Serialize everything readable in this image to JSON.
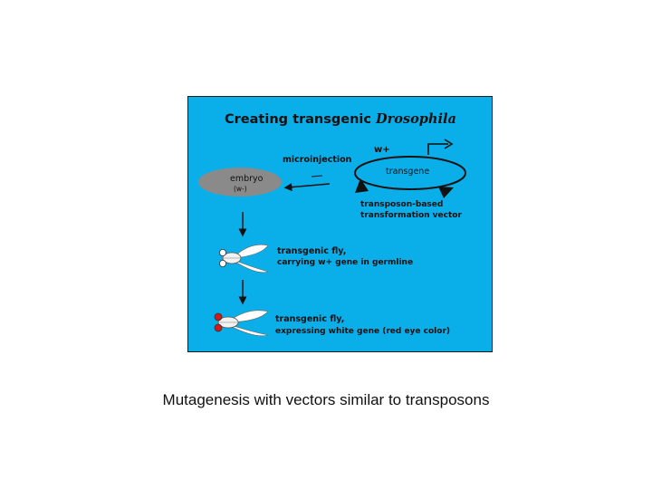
{
  "figure": {
    "title_plain": "Creating transgenic ",
    "title_italic": "Drosophila",
    "microinjection": "microinjection",
    "embryo": "embryo",
    "embryo_genotype": "(w-)",
    "marker": "w+",
    "transgene": "transgene",
    "vector_line1": "transposon-based",
    "vector_line2": "transformation vector",
    "fly1_line1": "transgenic fly,",
    "fly1_line2": "carrying w+ gene in germline",
    "fly2_line1": "transgenic fly,",
    "fly2_line2": "expressing white gene (red eye color)",
    "colors": {
      "background": "#0aaee8",
      "embryo": "#8a8a8a",
      "red_eye": "#d41818",
      "white_eye": "#ffffff"
    }
  },
  "caption": "Mutagenesis with vectors similar to transposons"
}
